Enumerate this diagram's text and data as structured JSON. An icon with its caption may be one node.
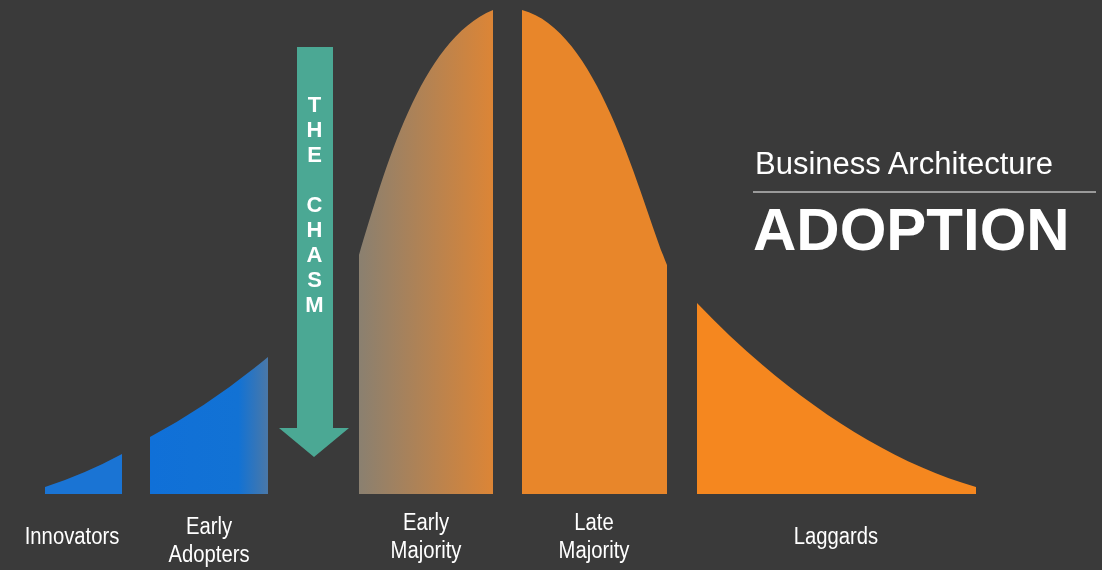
{
  "diagram": {
    "title": "ADOPTION",
    "nodes": [
      {
        "text": [
          "THE CHASM"
        ]
      }
    ],
    "edges": [],
    "labels": [
      "Business Architecture",
      "Innovators",
      "Early Adopters",
      "Early Majority",
      "Late Majority",
      "Laggards"
    ]
  }
}
